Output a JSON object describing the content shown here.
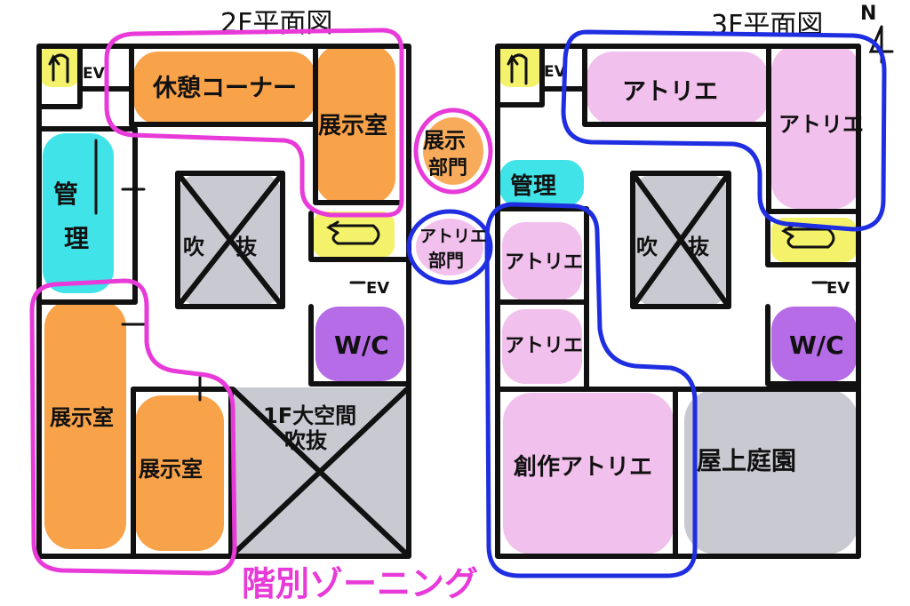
{
  "diagram": {
    "title": "階別ゾーニング",
    "north_label": "N",
    "colors": {
      "exhibit": "#f8a24a",
      "atelier": "#f2c0ec",
      "admin": "#3fe3e8",
      "void": "#c9c9d2",
      "stair": "#f4f26a",
      "wc": "#b56ce6",
      "zone_exhibit": "#e83ad8",
      "zone_atelier": "#1f2ee0"
    },
    "floor2": {
      "title": "2F平面図",
      "rooms": {
        "lounge": "休憩コーナー",
        "exhibit_ne": "展示室",
        "admin_a": "管",
        "admin_b": "理",
        "void_a": "吹",
        "void_b": "抜",
        "wc": "W/C",
        "exhibit_w": "展示室",
        "exhibit_s": "展示室",
        "void_1f_a": "1F大空間",
        "void_1f_b": "吹抜",
        "ev_top": "EV",
        "ev_mid": "EV"
      }
    },
    "floor3": {
      "title": "3F平面図",
      "rooms": {
        "atelier_n": "アトリエ",
        "atelier_ne": "アトリエ",
        "admin": "管理",
        "atelier_w1": "アトリエ",
        "atelier_w2": "アトリエ",
        "void_a": "吹",
        "void_b": "抜",
        "wc": "W/C",
        "creative_atelier": "創作アトリエ",
        "roof_garden": "屋上庭園",
        "ev_top": "EV",
        "ev_mid": "EV"
      }
    },
    "legend": {
      "exhibit_a": "展示",
      "exhibit_b": "部門",
      "atelier_a": "アトリエ",
      "atelier_b": "部門"
    }
  }
}
